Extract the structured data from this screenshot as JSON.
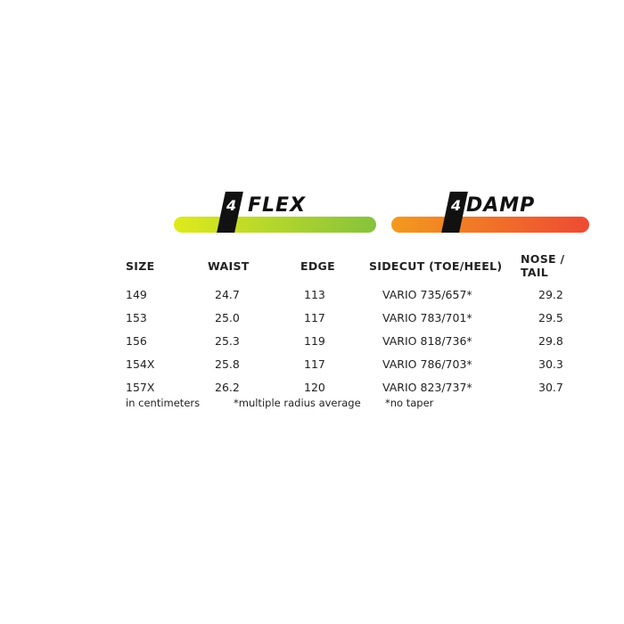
{
  "meters": {
    "flex": {
      "badge": "4",
      "title": "FLEX",
      "color_start": "#e0ea1c",
      "color_end": "#86c23c"
    },
    "damp": {
      "badge": "4",
      "title": "DAMP",
      "color_start": "#f39a1e",
      "color_end": "#ee4a33"
    }
  },
  "table": {
    "headers": [
      "SIZE",
      "WAIST",
      "EDGE",
      "SIDECUT (TOE/HEEL)",
      "NOSE / TAIL"
    ],
    "rows": [
      [
        "149",
        "24.7",
        "113",
        "VARIO 735/657*",
        "29.2"
      ],
      [
        "153",
        "25.0",
        "117",
        "VARIO 783/701*",
        "29.5"
      ],
      [
        "156",
        "25.3",
        "119",
        "VARIO 818/736*",
        "29.8"
      ],
      [
        "154X",
        "25.8",
        "117",
        "VARIO 786/703*",
        "30.3"
      ],
      [
        "157X",
        "26.2",
        "120",
        "VARIO 823/737*",
        "30.7"
      ]
    ]
  },
  "notes": {
    "units": "in centimeters",
    "radius": "*multiple radius average",
    "taper": "*no taper"
  }
}
